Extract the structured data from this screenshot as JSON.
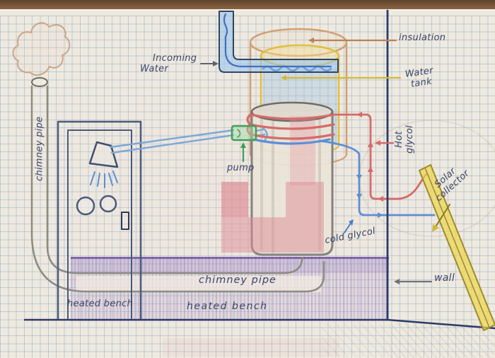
{
  "title": "Hand-drawn heating system diagram (solar collector, water tank, wood stove, heated bench)",
  "labels": {
    "incoming_water": {
      "line1": "Incoming",
      "line2": "Water"
    },
    "insulation": "insulation",
    "water_tank": {
      "line1": "Water",
      "line2": "tank"
    },
    "hot_glycol": {
      "line1": "Hot",
      "line2": "glycol"
    },
    "pump": "pump",
    "cold_glycol": "cold glycol",
    "solar_collector": {
      "line1": "Solar",
      "line2": "collector"
    },
    "wall": "wall",
    "chimney_pipe_vertical": "chimney pipe",
    "chimney_pipe_horizontal": "chimney pipe",
    "heated_bench_left": "heated bench",
    "heated_bench_center": "heated bench"
  },
  "colors": {
    "ink": "#3c4566",
    "hot_glycol_red": "#d66a6a",
    "cold_glycol_blue": "#5b8fd6",
    "water_blue": "#3f6fc4",
    "tank_yellow": "#dfbf3e",
    "insulation_tan": "#d2a070",
    "pump_green": "#3f9e57",
    "bench_purple": "#5c3e98",
    "pipe_gray": "#8d8b80",
    "wall_navy": "#2c3a66",
    "collector_yellow": "#e8d44a"
  }
}
